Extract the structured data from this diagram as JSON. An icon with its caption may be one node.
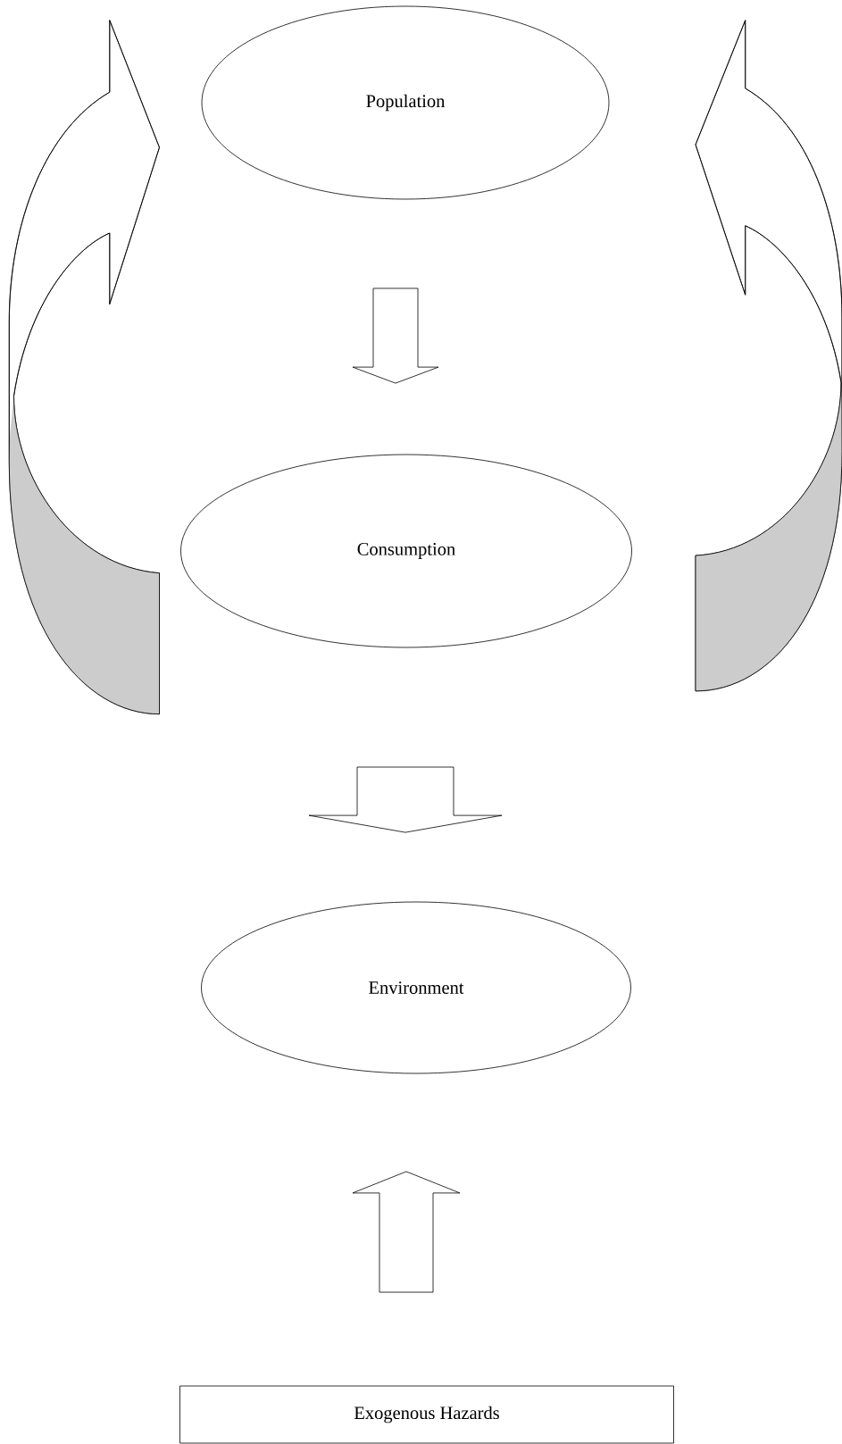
{
  "diagram": {
    "nodes": [
      {
        "text": [
          "Population"
        ]
      },
      {
        "text": [
          "Consumption"
        ]
      },
      {
        "text": [
          "Environment"
        ]
      },
      {
        "text": [
          "Exogenous Hazards"
        ]
      }
    ],
    "edges": [
      {
        "from": 0,
        "to": 1,
        "arrow": "to"
      },
      {
        "from": 1,
        "to": 0,
        "arrow": "to"
      },
      {
        "from": 1,
        "to": 0,
        "arrow": "to"
      },
      {
        "from": 1,
        "to": 2,
        "arrow": "to"
      },
      {
        "from": 3,
        "to": 2,
        "arrow": "to"
      }
    ]
  }
}
